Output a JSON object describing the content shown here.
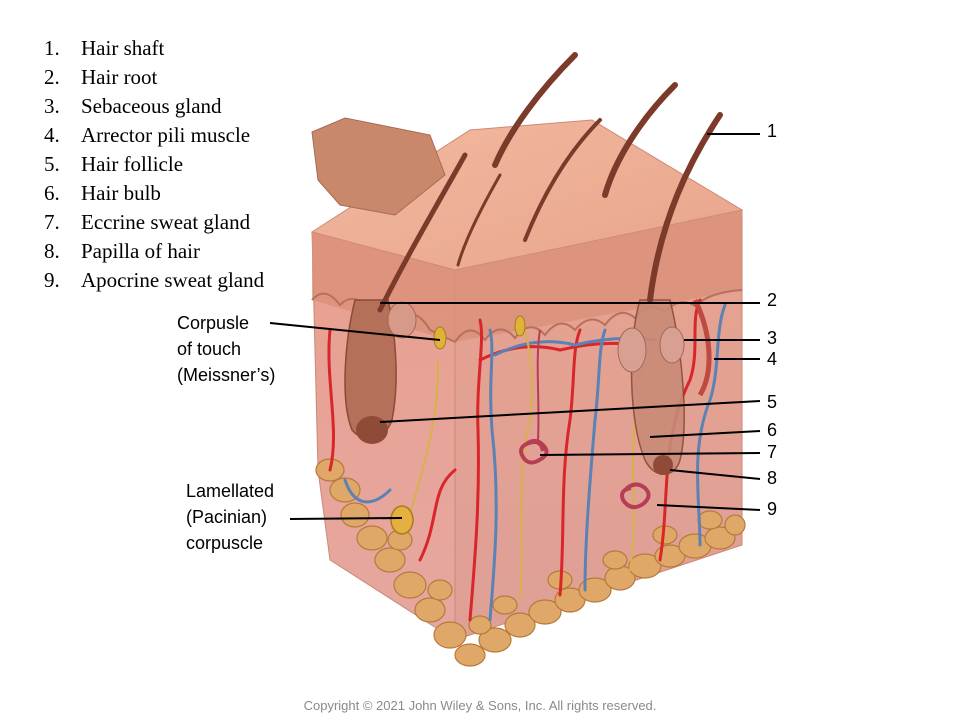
{
  "legend": [
    {
      "num": "1.",
      "label": "Hair shaft"
    },
    {
      "num": "2.",
      "label": "Hair root"
    },
    {
      "num": "3.",
      "label": "Sebaceous gland"
    },
    {
      "num": "4.",
      "label": "Arrector pili muscle"
    },
    {
      "num": "5.",
      "label": "Hair follicle"
    },
    {
      "num": "6.",
      "label": "Hair bulb"
    },
    {
      "num": "7.",
      "label": "Eccrine sweat gland"
    },
    {
      "num": "8.",
      "label": "Papilla of hair"
    },
    {
      "num": "9.",
      "label": "Apocrine sweat gland"
    }
  ],
  "callouts": {
    "meissner": [
      "Corpusle",
      "of touch",
      "(Meissner’s)"
    ],
    "pacinian": [
      "Lamellated",
      "(Pacinian)",
      "corpuscle"
    ]
  },
  "markers": [
    "1",
    "2",
    "3",
    "4",
    "5",
    "6",
    "7",
    "8",
    "9"
  ],
  "copyright": "Copyright © 2021 John Wiley & Sons, Inc. All rights reserved.",
  "colors": {
    "epidermis": "#e9a88f",
    "dermis": "#e8a596",
    "fat": "#e0a868",
    "artery": "#d8262a",
    "vein": "#5a82b5",
    "nerve": "#d7b24a",
    "hair": "#7b3a2a"
  }
}
